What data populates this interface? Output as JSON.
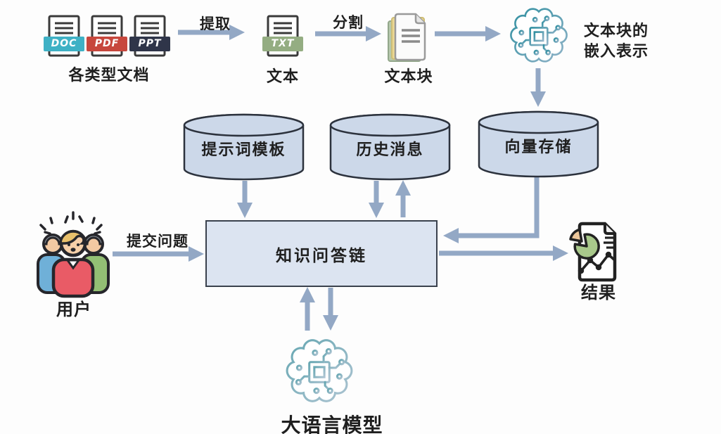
{
  "colors": {
    "arrow": "#93a8c5",
    "cylinder_fill": "#ccd8e9",
    "cylinder_stroke": "#2c323d",
    "box_fill": "#dce4f1",
    "box_stroke": "#3a414d",
    "doc_badge": "#3fb1c5",
    "pdf_badge": "#c7473d",
    "ppt_badge": "#2f3549",
    "txt_badge": "#94ad82",
    "page_stroke": "#3a3a3a",
    "text": "#1f1f1f"
  },
  "diagram": {
    "doc_types": {
      "badges": [
        "DOC",
        "PDF",
        "PPT"
      ],
      "label": "各类型文档"
    },
    "extract": {
      "label": "提取"
    },
    "text_node": {
      "badge": "TXT",
      "label": "文本"
    },
    "split": {
      "label": "分割"
    },
    "chunks": {
      "label": "文本块"
    },
    "embedding": {
      "line1": "文本块的",
      "line2": "嵌入表示"
    },
    "stores": {
      "prompt_template": "提示词模板",
      "history": "历史消息",
      "vector": "向量存储"
    },
    "qa_chain": {
      "label": "知识问答链"
    },
    "user": {
      "label": "用户"
    },
    "submit": {
      "label": "提交问题"
    },
    "llm": {
      "label": "大语言模型"
    },
    "result": {
      "label": "结果"
    }
  }
}
